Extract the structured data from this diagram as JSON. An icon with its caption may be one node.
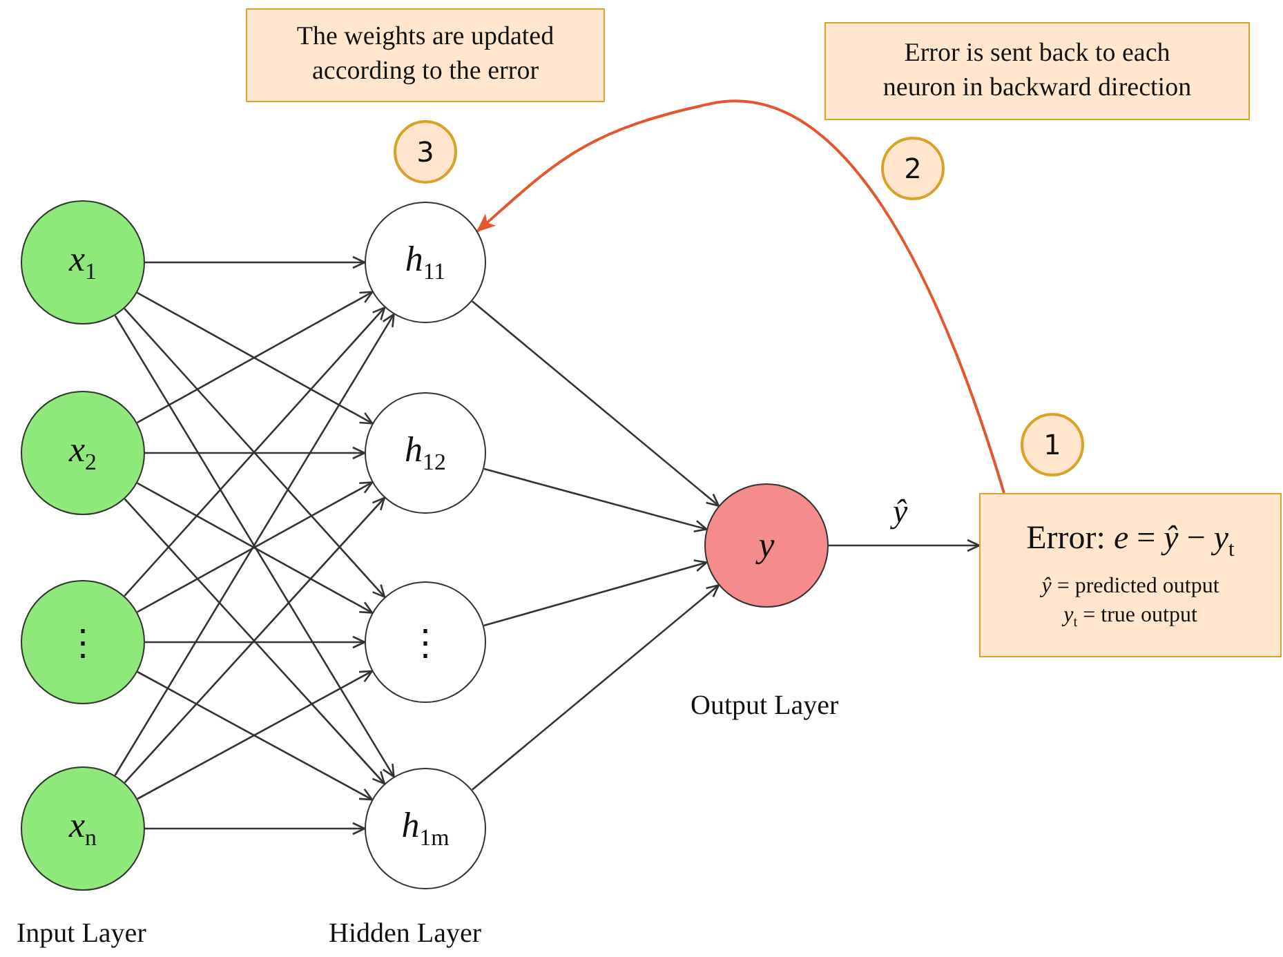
{
  "diagram": {
    "nodes": [
      {
        "text": [
          "*x*$_{1}$"
        ]
      },
      {
        "text": [
          "*x*$_{2}$"
        ]
      },
      {
        "text": [
          "⋮"
        ]
      },
      {
        "text": [
          "*x*$_{n}$"
        ]
      },
      {
        "text": [
          "*h*$_{11}$"
        ]
      },
      {
        "text": [
          "*h*$_{12}$"
        ]
      },
      {
        "text": [
          "⋮"
        ]
      },
      {
        "text": [
          "*h*$_{1m}$"
        ]
      },
      {
        "text": [
          "*y*"
        ]
      },
      {
        "text": [
          "Error: *e* = *ŷ* − *y*$_{t}$",
          "*ŷ* = predicted output",
          "*y*$_{t}$ = true output"
        ]
      },
      {
        "text": [
          "The weights are updated according to the error"
        ]
      },
      {
        "text": [
          "Error is sent back to each neuron in backward direction"
        ]
      },
      {
        "text": [
          "3"
        ]
      },
      {
        "text": [
          "2"
        ]
      },
      {
        "text": [
          "1"
        ]
      }
    ],
    "edges": [
      {
        "from": 0,
        "to": 4,
        "arrow": "to"
      },
      {
        "from": 0,
        "to": 5,
        "arrow": "to"
      },
      {
        "from": 0,
        "to": 6,
        "arrow": "to"
      },
      {
        "from": 0,
        "to": 7,
        "arrow": "to"
      },
      {
        "from": 1,
        "to": 4,
        "arrow": "to"
      },
      {
        "from": 1,
        "to": 5,
        "arrow": "to"
      },
      {
        "from": 1,
        "to": 6,
        "arrow": "to"
      },
      {
        "from": 1,
        "to": 7,
        "arrow": "to"
      },
      {
        "from": 2,
        "to": 4,
        "arrow": "to"
      },
      {
        "from": 2,
        "to": 5,
        "arrow": "to"
      },
      {
        "from": 2,
        "to": 6,
        "arrow": "to"
      },
      {
        "from": 2,
        "to": 7,
        "arrow": "to"
      },
      {
        "from": 3,
        "to": 4,
        "arrow": "to"
      },
      {
        "from": 3,
        "to": 5,
        "arrow": "to"
      },
      {
        "from": 3,
        "to": 6,
        "arrow": "to"
      },
      {
        "from": 3,
        "to": 7,
        "arrow": "to"
      },
      {
        "from": 4,
        "to": 8,
        "arrow": "to"
      },
      {
        "from": 5,
        "to": 8,
        "arrow": "to"
      },
      {
        "from": 6,
        "to": 8,
        "arrow": "to"
      },
      {
        "from": 7,
        "to": 8,
        "arrow": "to"
      },
      {
        "from": 8,
        "to": 9,
        "arrow": "to",
        "label": "*ŷ*"
      },
      {
        "from": 9,
        "to": 4,
        "arrow": "to",
        "color": "#e4572e"
      }
    ],
    "labels": [
      "Output Layer",
      "Input Layer",
      "Hidden Layer"
    ]
  }
}
